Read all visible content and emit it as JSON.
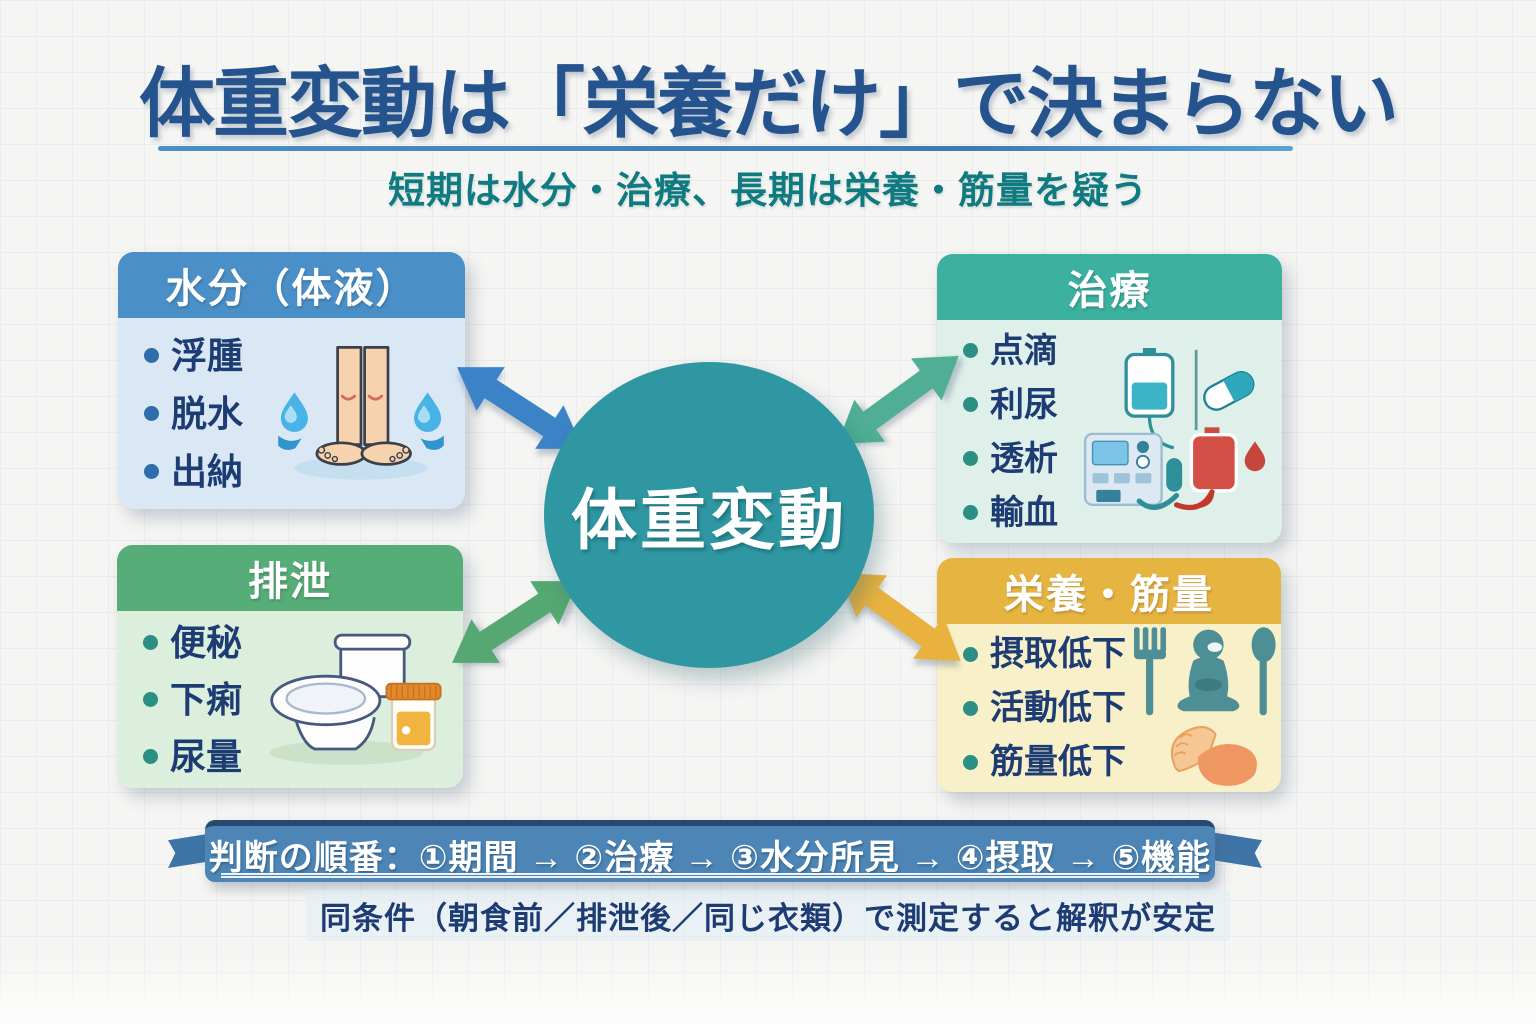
{
  "page": {
    "title": "体重変動は「栄養だけ」で決まらない",
    "title_color": "#24538e",
    "subtitle": "短期は水分・治療、長期は栄養・筋量を疑う",
    "subtitle_color": "#0f7a80"
  },
  "center": {
    "label": "体重変動",
    "color": "#2f97a1"
  },
  "boxes": {
    "water": {
      "title": "水分（体液）",
      "header_color": "#4a8fc7",
      "body_color": "#d9e8f4",
      "dot_color": "#2e6cab",
      "items": [
        "浮腫",
        "脱水",
        "出納"
      ],
      "icon": "legs-with-edema-droplets-icon"
    },
    "treatment": {
      "title": "治療",
      "header_color": "#3db1a0",
      "body_color": "#def0e9",
      "dot_color": "#2c8f84",
      "items": [
        "点滴",
        "利尿",
        "透析",
        "輸血"
      ],
      "icon": "iv-drip-pill-dialysis-bloodbag-icon"
    },
    "excretion": {
      "title": "排泄",
      "header_color": "#57ad78",
      "body_color": "#dcefdc",
      "dot_color": "#2c8f84",
      "items": [
        "便秘",
        "下痢",
        "尿量"
      ],
      "icon": "toilet-urine-cup-icon"
    },
    "nutrition": {
      "title": "栄養・筋量",
      "header_color": "#e6b440",
      "body_color": "#f8f0c8",
      "dot_color": "#2c8f84",
      "items": [
        "摂取低下",
        "活動低下",
        "筋量低下"
      ],
      "icon": "person-cutlery-muscle-icon"
    }
  },
  "arrows": {
    "water": {
      "color": "#3b82c6"
    },
    "treatment": {
      "color": "#4fae94"
    },
    "excretion": {
      "color": "#55a871"
    },
    "nutrition": {
      "color": "#e9b23f"
    }
  },
  "banner": {
    "text": "判断の順番：①期間 → ②治療 → ③水分所見 → ④摂取 → ⑤機能",
    "color": "#4d86b6",
    "edge_color": "#27496e",
    "tail_color": "#3f74a6"
  },
  "footnote": {
    "text": "同条件（朝食前／排泄後／同じ衣類）で測定すると解釈が安定",
    "color": "#1e3c74"
  }
}
